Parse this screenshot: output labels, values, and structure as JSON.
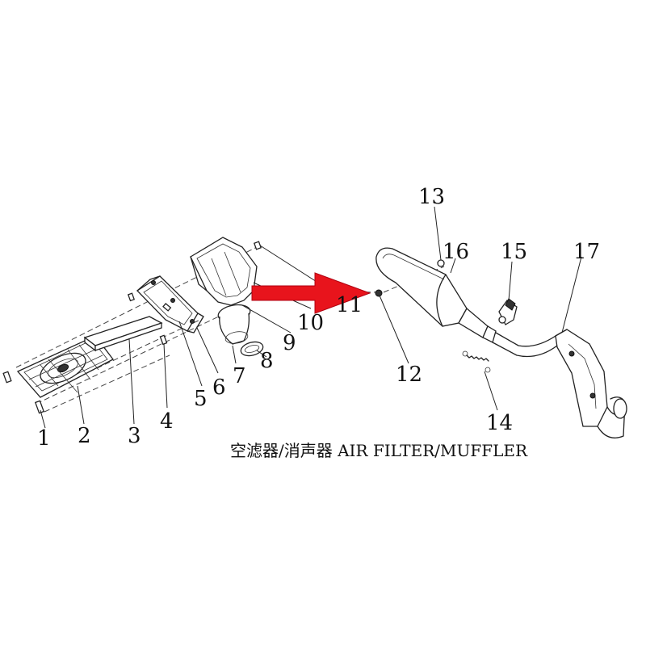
{
  "diagram": {
    "caption": "空滤器/消声器 AIR FILTER/MUFFLER",
    "callouts": [
      "1",
      "2",
      "3",
      "4",
      "5",
      "6",
      "7",
      "8",
      "9",
      "10",
      "11",
      "12",
      "13",
      "14",
      "15",
      "16",
      "17"
    ],
    "arrow_color": "#e8141c",
    "line_color": "#222222"
  }
}
